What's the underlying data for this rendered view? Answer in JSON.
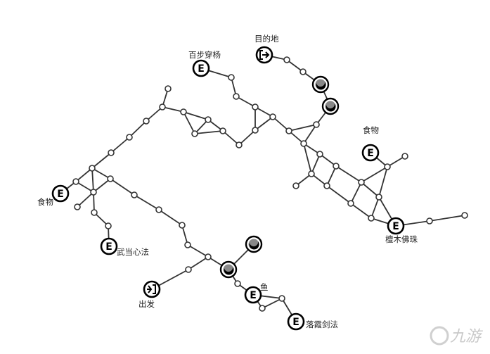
{
  "labels": {
    "start": "出发",
    "destination": "目的地",
    "baibu": "百步穿杨",
    "food_left": "食物",
    "food_right": "食物",
    "wudang": "武当心法",
    "fish": "鱼",
    "luoxia": "落霞剑法",
    "tanmu": "檀木佛珠"
  },
  "watermark": "九游",
  "colors": {
    "line": "#333333",
    "node_fill": "#ffffff",
    "marker_fill": "#000000"
  },
  "icons": {
    "event": "event-e-icon",
    "start": "start-enter-icon",
    "destination": "exit-icon",
    "battle": "battle-moon-icon"
  }
}
